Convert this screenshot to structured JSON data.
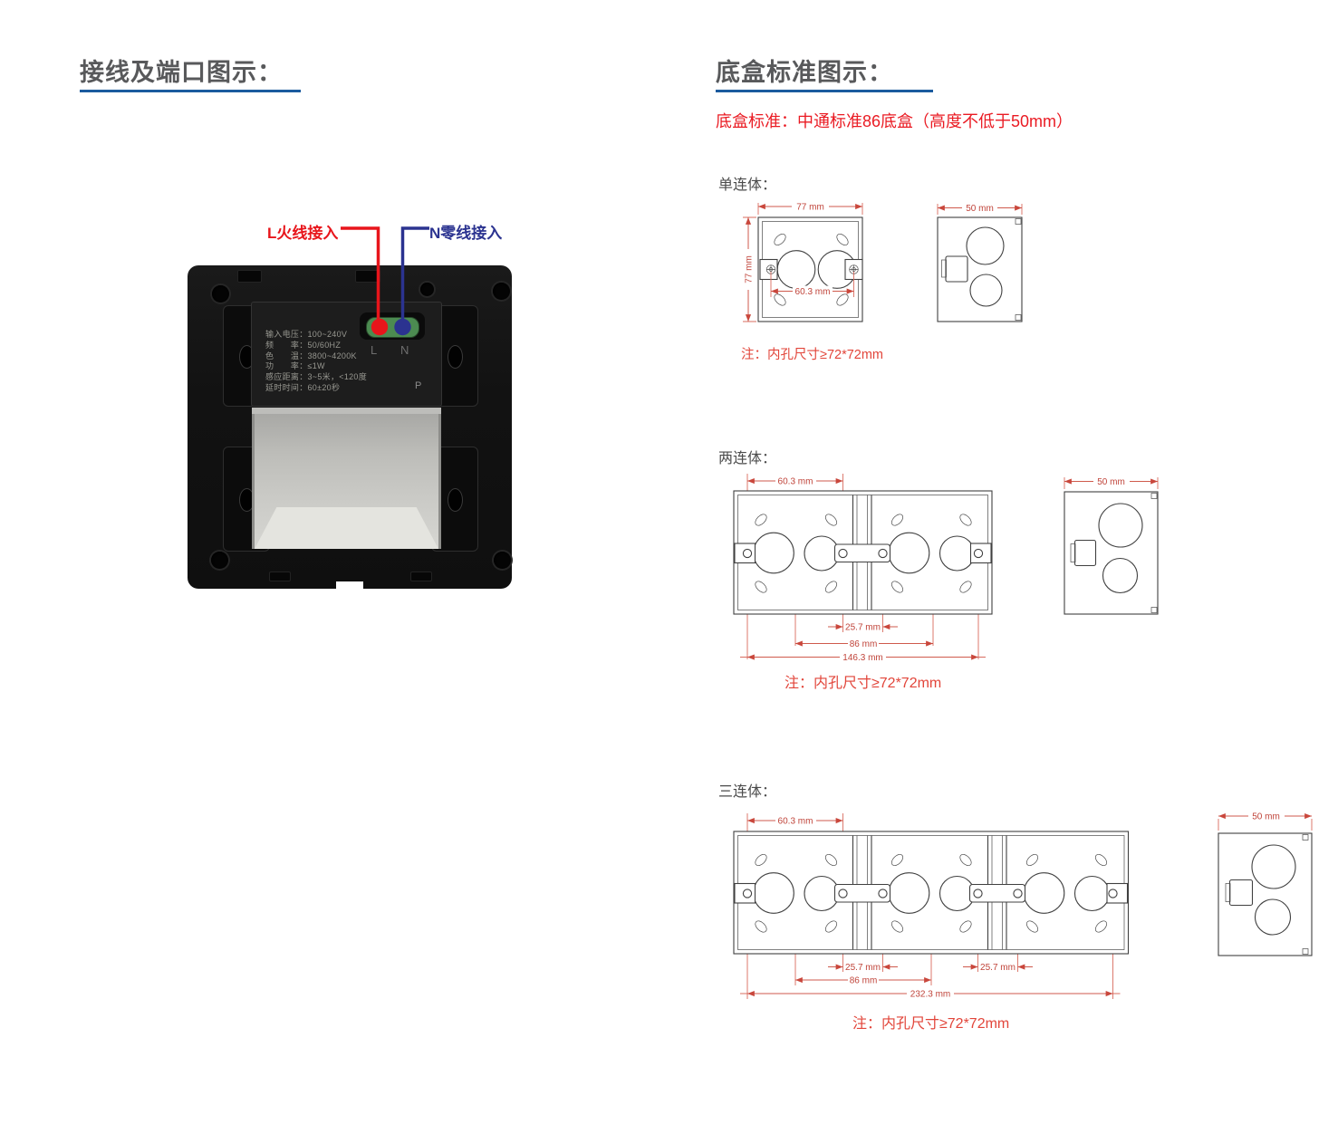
{
  "left": {
    "title": "接线及端口图示：",
    "live_label": "L火线接入",
    "neutral_label": "N零线接入",
    "device": {
      "specs": [
        "输入电压：100~240V",
        "频　　率：50/60HZ",
        "色　　温：3800~4200K",
        "功　　率：≤1W",
        "感应距离：3~5米，<120度",
        "延时时间：60±20秒"
      ],
      "terminal_l": "L",
      "terminal_n": "N",
      "mark_p": "P"
    }
  },
  "right": {
    "title": "底盒标准图示：",
    "subtitle": "底盒标准：中通标准86底盒（高度不低于50mm）",
    "sections": [
      {
        "label": "单连体：",
        "note": "注：内孔尺寸≥72*72mm"
      },
      {
        "label": "两连体：",
        "note": "注：内孔尺寸≥72*72mm"
      },
      {
        "label": "三连体：",
        "note": "注：内孔尺寸≥72*72mm"
      }
    ],
    "dims": {
      "d77": "77 mm",
      "d50": "50 mm",
      "d603": "60.3 mm",
      "d257": "25.7 mm",
      "d86": "86 mm",
      "d1463": "146.3 mm",
      "d2323": "232.3 mm"
    }
  },
  "colors": {
    "accent_red": "#e8151b",
    "accent_blue": "#2b3390",
    "dim_red": "#c9473c",
    "underline_blue": "#1b5b9e"
  }
}
